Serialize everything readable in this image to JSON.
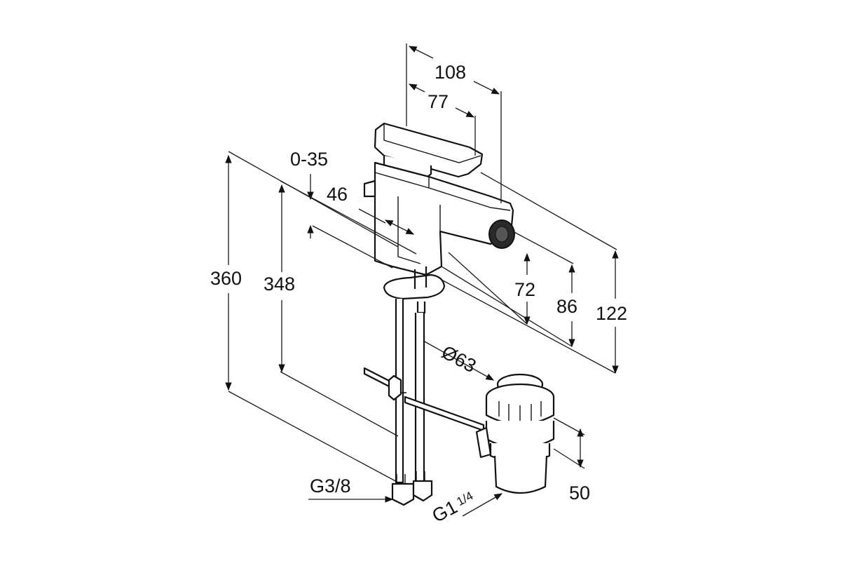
{
  "dimensions": {
    "width_108": "108",
    "width_77": "77",
    "lever_travel": "0-35",
    "offset_46": "46",
    "height_360": "360",
    "height_348": "348",
    "height_72": "72",
    "height_86": "86",
    "height_122": "122",
    "waste_diameter": "Ø63",
    "waste_height_50": "50",
    "supply_thread": "G3/8",
    "waste_thread_main": "G1",
    "waste_thread_fraction": "1/4"
  },
  "colors": {
    "line": "#1a1a1a",
    "background": "#ffffff"
  }
}
